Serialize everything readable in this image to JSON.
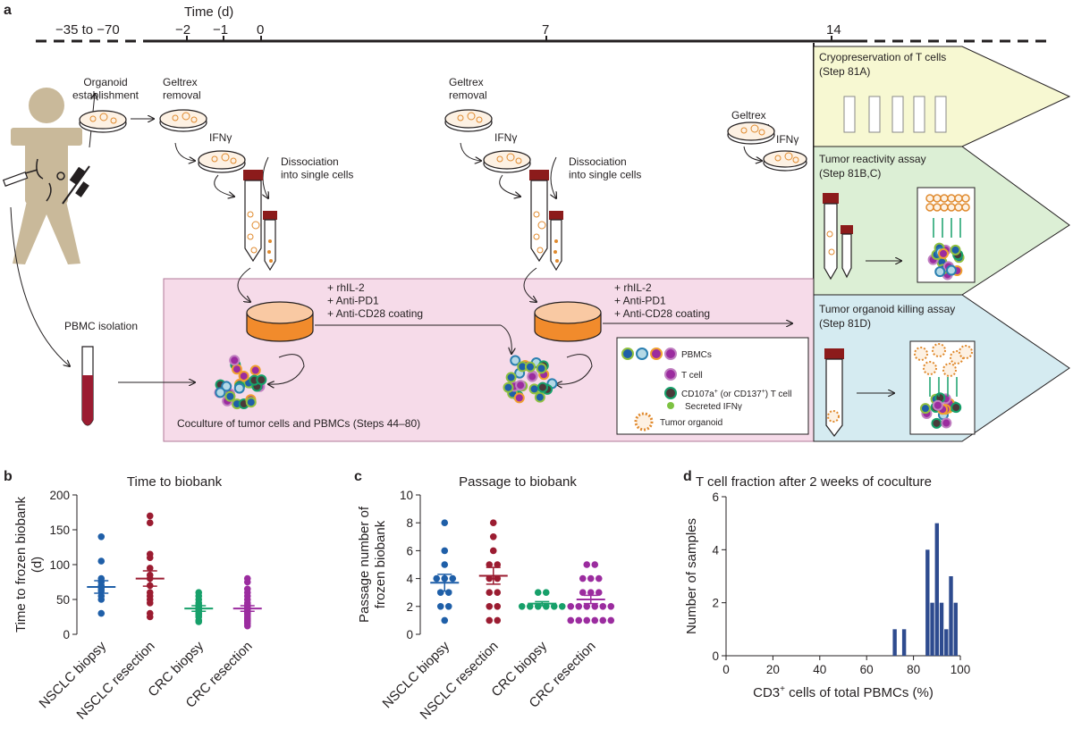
{
  "panel_letters": {
    "a": "a",
    "b": "b",
    "c": "c",
    "d": "d"
  },
  "timeline": {
    "title": "Time (d)",
    "ticks": [
      "−35 to −70",
      "−2",
      "−1",
      "0",
      "7",
      "14"
    ]
  },
  "schematic": {
    "organoid_establishment": "Organoid\nestablishment",
    "geltrex_removal": "Geltrex\nremoval",
    "ifng": "IFNγ",
    "dissociation": "Dissociation\ninto single cells",
    "pbmc_isolation": "PBMC isolation",
    "cytokines": "+ rhIL-2\n+ Anti-PD1\n+ Anti-CD28 coating",
    "coculture_caption": "Coculture of tumor cells and PBMCs (Steps 44–80)"
  },
  "legend": {
    "pbmcs": "PBMCs",
    "t_cell": "T cell",
    "cd107a_pre": "CD107a",
    "cd107a_mid": " (or CD137",
    "cd107a_post": ")  T cell",
    "plus": "+",
    "secreted": "Secreted IFNγ",
    "organoid": "Tumor organoid"
  },
  "assays": [
    {
      "title": "Cryopreservation of T cells",
      "step": "(Step 81A)",
      "fill": "#f7f8d2"
    },
    {
      "title": "Tumor reactivity assay",
      "step": "(Step 81B,C)",
      "fill": "#dcefd5"
    },
    {
      "title": "Tumor organoid killing assay",
      "step": "(Step 81D)",
      "fill": "#d5ebf1"
    }
  ],
  "colors": {
    "pink_box": "#f6dbe9",
    "orange": "#f18b2c",
    "tube_cap": "#8c1b1b",
    "blue": "#1f5fa8",
    "darkred": "#9b1c31",
    "green": "#17a06a",
    "purple": "#9b2c9f",
    "bar": "#2e4b8f",
    "body": "#c9b99a"
  },
  "chart_data": [
    {
      "type": "scatter",
      "title": "Time to biobank",
      "ylabel": "Time to frozen biobank\n(d)",
      "ylim": [
        0,
        200
      ],
      "yticks": [
        "0",
        "50",
        "100",
        "150",
        "200"
      ],
      "categories": [
        "NSCLC biopsy",
        "NSCLC resection",
        "CRC biopsy",
        "CRC resection"
      ],
      "series": [
        {
          "values": [
            140,
            105,
            80,
            75,
            70,
            65,
            62,
            55,
            50,
            30
          ],
          "mean": 68,
          "sem": 9
        },
        {
          "values": [
            170,
            160,
            115,
            110,
            95,
            85,
            80,
            70,
            60,
            55,
            50,
            45,
            30,
            25
          ],
          "mean": 80,
          "sem": 11
        },
        {
          "values": [
            60,
            55,
            50,
            45,
            42,
            40,
            38,
            35,
            33,
            30,
            28,
            25,
            20,
            18
          ],
          "mean": 37,
          "sem": 4
        },
        {
          "values": [
            80,
            75,
            65,
            60,
            55,
            50,
            45,
            42,
            40,
            38,
            35,
            32,
            30,
            28,
            25,
            22,
            20,
            18,
            15,
            12
          ],
          "mean": 37,
          "sem": 4
        }
      ]
    },
    {
      "type": "scatter",
      "title": "Passage to biobank",
      "ylabel": "Passage number of\nfrozen biobank",
      "ylim": [
        0,
        10
      ],
      "yticks": [
        "0",
        "2",
        "4",
        "6",
        "8",
        "10"
      ],
      "categories": [
        "NSCLC biopsy",
        "NSCLC resection",
        "CRC biopsy",
        "CRC resection"
      ],
      "series": [
        {
          "values": [
            8,
            6,
            5,
            4,
            4,
            4,
            3,
            3,
            2,
            2,
            1
          ],
          "mean": 3.7,
          "sem": 0.6
        },
        {
          "values": [
            8,
            7,
            6,
            5,
            5,
            4,
            4,
            3,
            3,
            2,
            2,
            1,
            1
          ],
          "mean": 4.2,
          "sem": 0.6
        },
        {
          "values": [
            3,
            3,
            2,
            2,
            2,
            2,
            2,
            2
          ],
          "mean": 2.2,
          "sem": 0.15
        },
        {
          "values": [
            5,
            5,
            4,
            4,
            3,
            3,
            3,
            2,
            2,
            2,
            2,
            2,
            1,
            1,
            1,
            1,
            1,
            1,
            2,
            4
          ],
          "mean": 2.5,
          "sem": 0.3
        }
      ]
    },
    {
      "type": "bar",
      "title": "T cell fraction after 2 weeks of coculture",
      "xlabel": "CD3",
      "xlabel_sup": "+",
      "xlabel_post": " cells of total PBMCs (%)",
      "ylabel": "Number of samples",
      "xlim": [
        0,
        100
      ],
      "ylim": [
        0,
        6
      ],
      "xticks": [
        "0",
        "20",
        "40",
        "60",
        "80",
        "100"
      ],
      "yticks": [
        "0",
        "2",
        "4",
        "6"
      ],
      "x": [
        72,
        76,
        86,
        88,
        90,
        92,
        94,
        96,
        98
      ],
      "values": [
        1,
        1,
        4,
        2,
        5,
        2,
        1,
        3,
        2
      ]
    }
  ]
}
